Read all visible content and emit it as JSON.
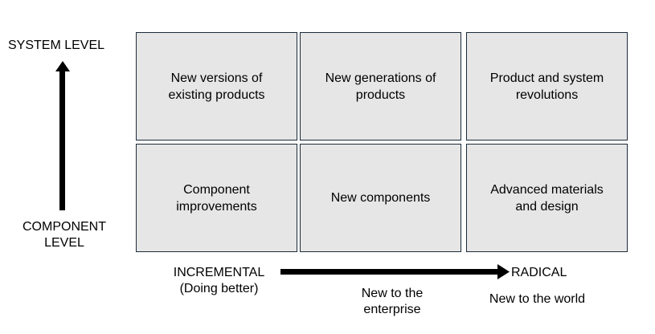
{
  "y_axis": {
    "top_label": "SYSTEM LEVEL",
    "bottom_label_line1": "COMPONENT",
    "bottom_label_line2": "LEVEL"
  },
  "x_axis": {
    "left_label_line1": "INCREMENTAL",
    "left_label_line2": "(Doing better)",
    "right_label": "RADICAL",
    "mid_label_line1": "New to the",
    "mid_label_line2": "enterprise",
    "far_label": "New to the world"
  },
  "grid": {
    "top_row": [
      "New versions of\nexisting products",
      "New generations of\nproducts",
      "Product and system\nrevolutions"
    ],
    "bottom_row": [
      "Component\nimprovements",
      "New components",
      "Advanced materials\nand design"
    ]
  },
  "colors": {
    "cell_fill": "#e6e6e6",
    "cell_border": "#1b2b3a",
    "arrow": "#000000"
  }
}
